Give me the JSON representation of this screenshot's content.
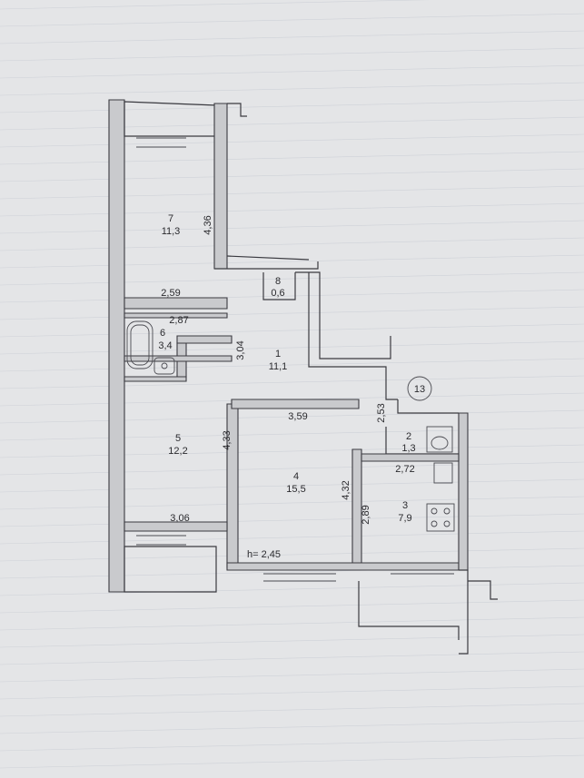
{
  "rooms": [
    {
      "id": "7",
      "area": "11,3"
    },
    {
      "id": "8",
      "area": "0,6"
    },
    {
      "id": "6",
      "area": "3,4"
    },
    {
      "id": "1",
      "area": "11,1"
    },
    {
      "id": "5",
      "area": "12,2"
    },
    {
      "id": "4",
      "area": "15,5"
    },
    {
      "id": "2",
      "area": "1,3"
    },
    {
      "id": "3",
      "area": "7,9"
    }
  ],
  "dimensions": {
    "d436": "4,36",
    "d259": "2,59",
    "d287": "2,87",
    "d304": "3,04",
    "d253": "2,53",
    "d359": "3,59",
    "d433": "4,33",
    "d432": "4,32",
    "d272": "2,72",
    "d289": "2,89",
    "d306": "3,06"
  },
  "ceiling_height": "h= 2,45",
  "apartment_number": "13"
}
